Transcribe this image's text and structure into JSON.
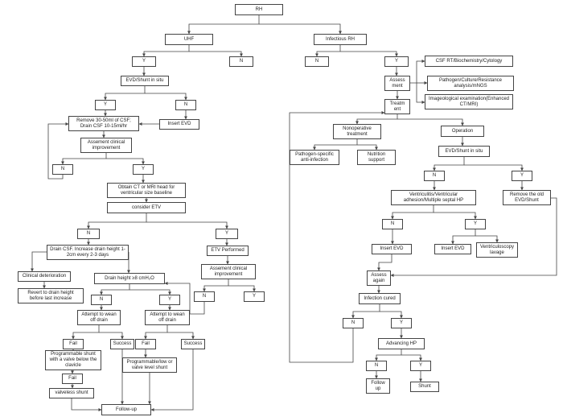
{
  "nodes": {
    "root": "RH",
    "uhf": "UHF",
    "infect": "Infectious RH",
    "l_y1": "Y",
    "l_n1": "N",
    "r_n1": "N",
    "r_y1": "Y",
    "evd_q": "EVD/Shunt in situ",
    "l_y2": "Y",
    "l_n2": "N",
    "remove": "Remove 30-50ml of CSF; Drain CSF 10-15ml/hr",
    "insert_evd_l": "Insert EVD",
    "assess1": "Assement clinical improvement",
    "l_n3": "N",
    "l_y3": "Y",
    "obtain_ct": "Obtain CT or MRI head for ventricular size baseline",
    "etv_q": "consider ETV",
    "l_n4": "N",
    "l_y4": "Y",
    "drain_inc": "Drain CSF. Increase drain height 1-2cm every 2-3 days",
    "etv_perf": "ETV Performed",
    "clin_det": "Clinical deterioration",
    "drain_ht": "Drain height ≥8 cmH₂O",
    "assess2": "Assement clinical improvement",
    "revert": "Revert to drain height before last increase",
    "l_n5": "N",
    "l_y5": "Y",
    "l_n6": "N",
    "l_y6": "Y",
    "wean1": "Attempt to wean off drain",
    "wean2": "Attempt to wean off drain",
    "fail1": "Fail",
    "succ1": "Success",
    "fail2": "Fail",
    "succ2": "Success",
    "prog_shunt": "Programmable shunt with a valve below the clavicle",
    "prog_low": "Programmable/low or valve level shunt",
    "fail3": "Fail",
    "valveless": "valveless shunt",
    "follow_l": "Follow-up",
    "csf_rt": "CSF RT/Biochemistry/Cytology",
    "assess_r": "Assess ment",
    "pathogen": "Pathogen/Culture/Resistance analysis/mNGS",
    "imaging": "Imageological examination(Enhanced CT/MRI)",
    "treatment": "Treatm ent",
    "nonop": "Nonoperative treatment",
    "operation": "Operation",
    "path_spec": "Pathogen-specific anti-infection",
    "nutrition": "Nutrition support",
    "evd_q_r": "EVD/Shunt in situ",
    "r_n2": "N",
    "r_y2": "Y",
    "ventric": "Ventriculitis/Ventricular adhesion/Multiple septal HP",
    "remove_old": "Remove the old EVD/Shunt",
    "r_n3": "N",
    "r_y3": "Y",
    "insert_evd_r1": "Insert EVD",
    "insert_evd_r2": "Insert EVD",
    "ventriculoscopy": "Ventriculoscopy lavage",
    "assess_again": "Assess again",
    "inf_cured": "Infection cured",
    "r_n4": "N",
    "r_y4": "Y",
    "advancing": "Advancing HP",
    "r_n5": "N",
    "r_y5": "Y",
    "follow_r": "Follow up",
    "shunt": "Shunt"
  }
}
